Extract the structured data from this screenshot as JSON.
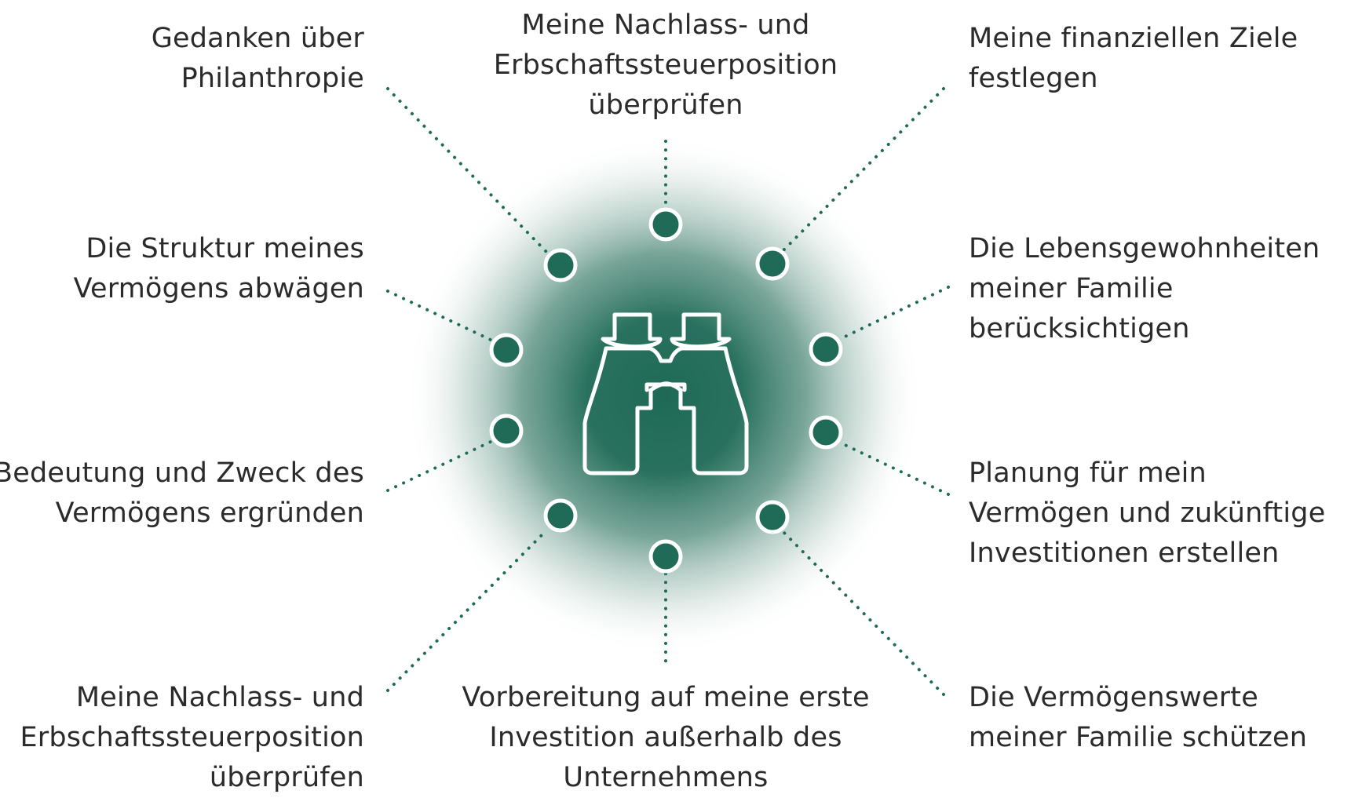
{
  "colors": {
    "accent": "#1f6b58",
    "glow": "#1e6a56",
    "text": "#2b2b2b",
    "icon_stroke": "#ffffff"
  },
  "center_icon": "binoculars-icon",
  "items": {
    "philanthropy": [
      "Gedanken über",
      "Philanthropie"
    ],
    "estate_top": [
      "Meine Nachlass- und",
      "Erbschaftssteuerposition",
      "überprüfen"
    ],
    "goals": [
      "Meine finanziellen Ziele",
      "festlegen"
    ],
    "structure": [
      "Die Struktur meines",
      "Vermögens abwägen"
    ],
    "lifestyle": [
      "Die Lebensgewohnheiten",
      "meiner Familie",
      "berücksichtigen"
    ],
    "purpose": [
      "Bedeutung und Zweck des",
      "Vermögens ergründen"
    ],
    "planning": [
      "Planung für mein",
      "Vermögen und zukünftige",
      "Investitionen erstellen"
    ],
    "estate_bottom": [
      "Meine Nachlass- und",
      "Erbschaftssteuerposition",
      "überprüfen"
    ],
    "first_investment": [
      "Vorbereitung auf meine erste",
      "Investition außerhalb des",
      "Unternehmens"
    ],
    "protect": [
      "Die Vermögenswerte",
      "meiner Familie schützen"
    ]
  }
}
